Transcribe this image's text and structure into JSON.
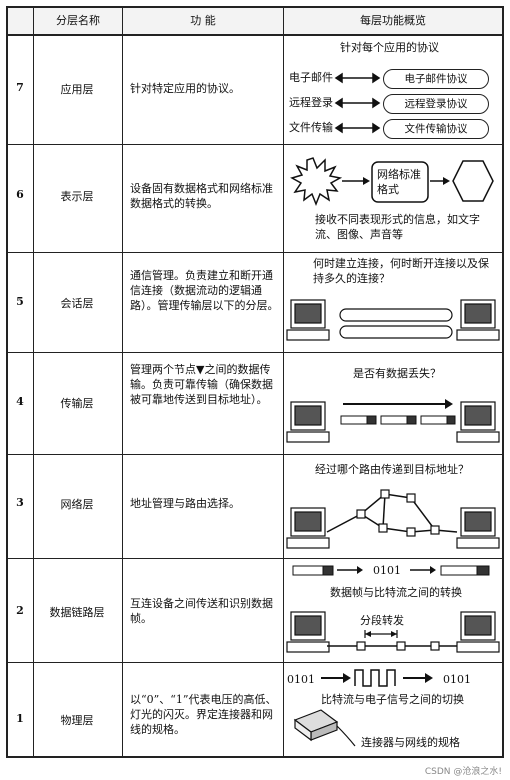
{
  "header": {
    "col_name": "分层名称",
    "col_func": "功    能",
    "col_overview": "每层功能概览"
  },
  "rows": [
    {
      "num": "7",
      "name": "应用层",
      "func": "针对特定应用的协议。",
      "overview": {
        "title": "针对每个应用的协议",
        "items": [
          {
            "label": "电子邮件",
            "protocol": "电子邮件协议"
          },
          {
            "label": "远程登录",
            "protocol": "远程登录协议"
          },
          {
            "label": "文件传输",
            "protocol": "文件传输协议"
          }
        ]
      }
    },
    {
      "num": "6",
      "name": "表示层",
      "func": "设备固有数据格式和网络标准数据格式的转换。",
      "overview": {
        "box": "网络标准格式",
        "caption": "接收不同表现形式的信息，如文字流、图像、声音等"
      }
    },
    {
      "num": "5",
      "name": "会话层",
      "func": "通信管理。负责建立和断开通信连接（数据流动的逻辑通路）。管理传输层以下的分层。",
      "overview": {
        "caption": "何时建立连接，何时断开连接以及保持多久的连接？"
      }
    },
    {
      "num": "4",
      "name": "传输层",
      "func": "管理两个节点▼之间的数据传输。负责可靠传输（确保数据被可靠地传送到目标地址）。",
      "overview": {
        "caption": "是否有数据丢失？"
      }
    },
    {
      "num": "3",
      "name": "网络层",
      "func": "地址管理与路由选择。",
      "overview": {
        "caption": "经过哪个路由传递到目标地址？"
      }
    },
    {
      "num": "2",
      "name": "数据链路层",
      "func": "互连设备之间传送和识别数据帧。",
      "overview": {
        "bits": "0101",
        "caption": "数据帧与比特流之间的转换",
        "segment": "分段转发"
      }
    },
    {
      "num": "1",
      "name": "物理层",
      "func": "以“0”、“1”代表电压的高低、灯光的闪灭。界定连接器和网线的规格。",
      "overview": {
        "bits_left": "0101",
        "bits_right": "0101",
        "caption": "比特流与电子信号之间的切换",
        "caption2": "连接器与网线的规格"
      }
    }
  ],
  "footer": "CSDN @沧浪之水!"
}
